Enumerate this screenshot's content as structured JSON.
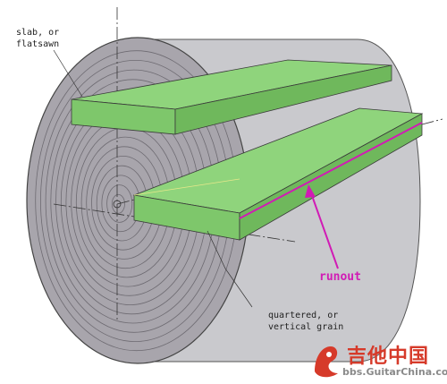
{
  "labels": {
    "slab": [
      "slab, or",
      "flatsawn"
    ],
    "quartered": [
      "quartered, or",
      "vertical grain"
    ],
    "runout": "runout"
  },
  "watermark": {
    "chinese": "吉他中国",
    "url": "bbs.GuitarChina.com"
  },
  "colors": {
    "log_body": "#c9c9cd",
    "end_grain": "#a8a5ac",
    "board_green": "#7ec76b",
    "runout_magenta": "#d11bb5",
    "ink": "#3a3a3a"
  }
}
